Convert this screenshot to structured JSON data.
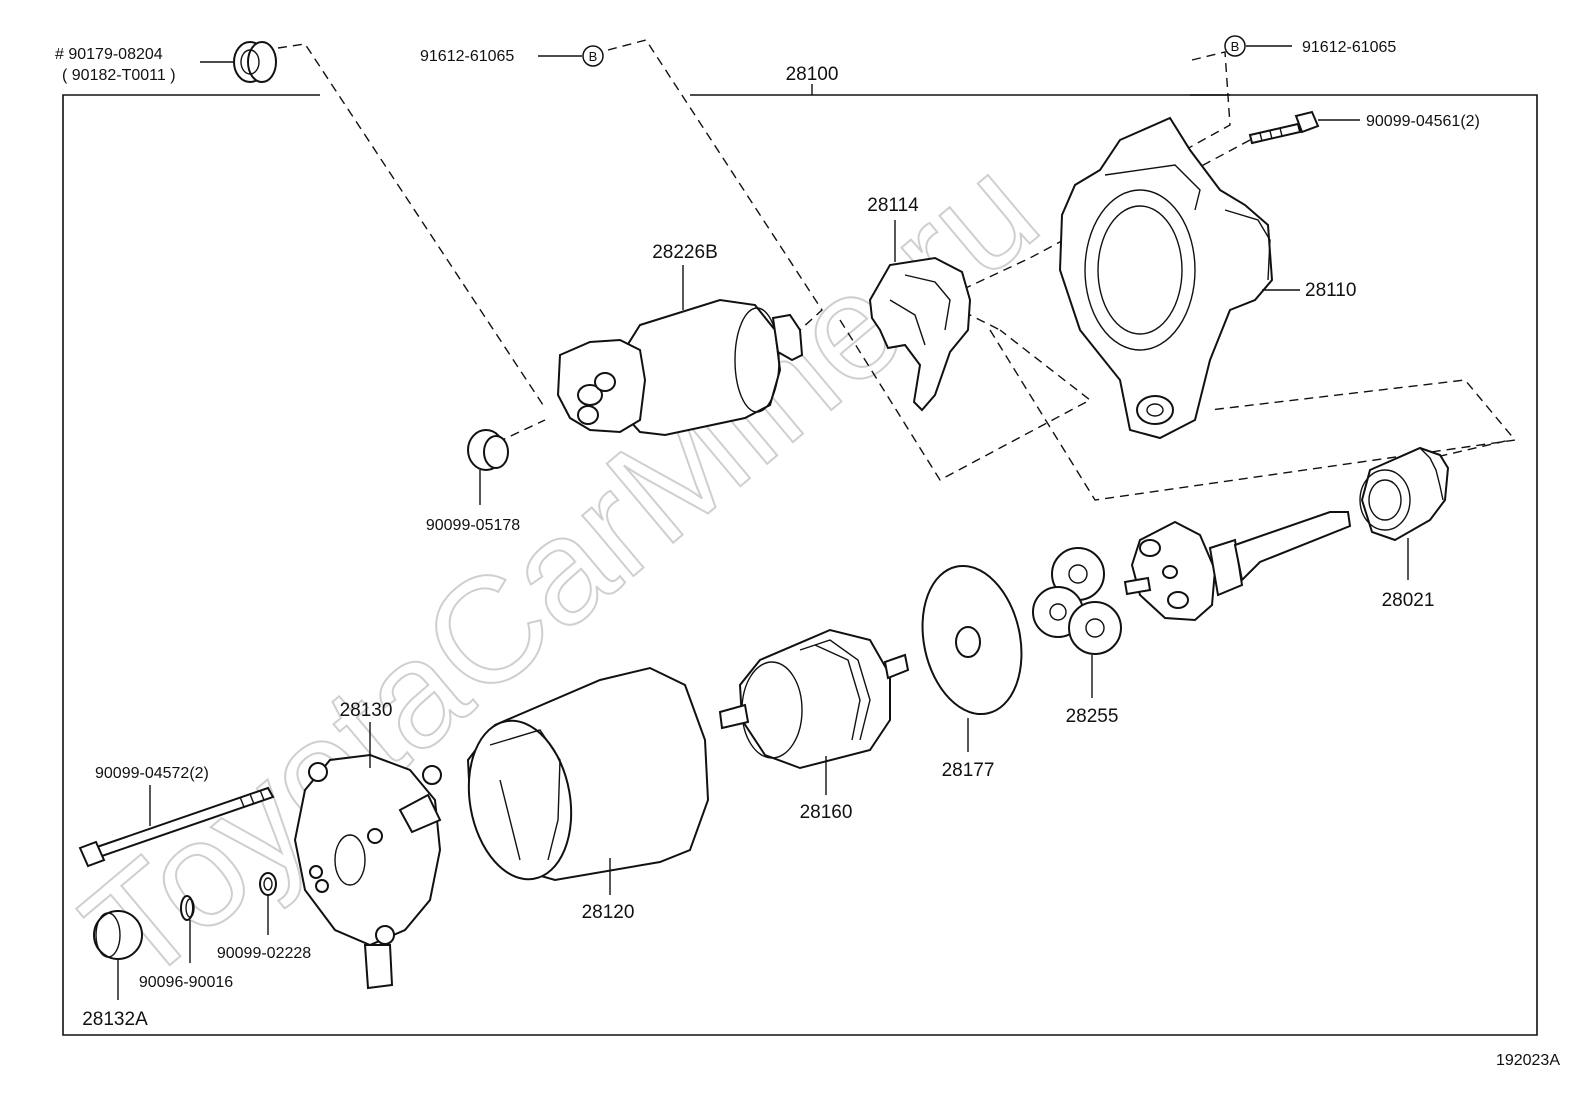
{
  "watermark": "ToyotaCarMine.ru",
  "diagram_code": "192023A",
  "assembly": {
    "part_no": "28100"
  },
  "bolt_ref_symbol": "B",
  "labels": {
    "p90179_08204": "# 90179-08204",
    "p90182_T0011": "( 90182-T0011  )",
    "p91612_61065_left": "91612-61065",
    "p91612_61065_right": "91612-61065",
    "p90099_04561": "90099-04561(2)",
    "p28114": "28114",
    "p28226B": "28226B",
    "p28110": "28110",
    "p90099_05178": "90099-05178",
    "p28021": "28021",
    "p28255": "28255",
    "p28177": "28177",
    "p28160": "28160",
    "p28130": "28130",
    "p90099_04572": "90099-04572(2)",
    "p28120": "28120",
    "p90099_02228": "90099-02228",
    "p90096_90016": "90096-90016",
    "p28132A": "28132A"
  }
}
